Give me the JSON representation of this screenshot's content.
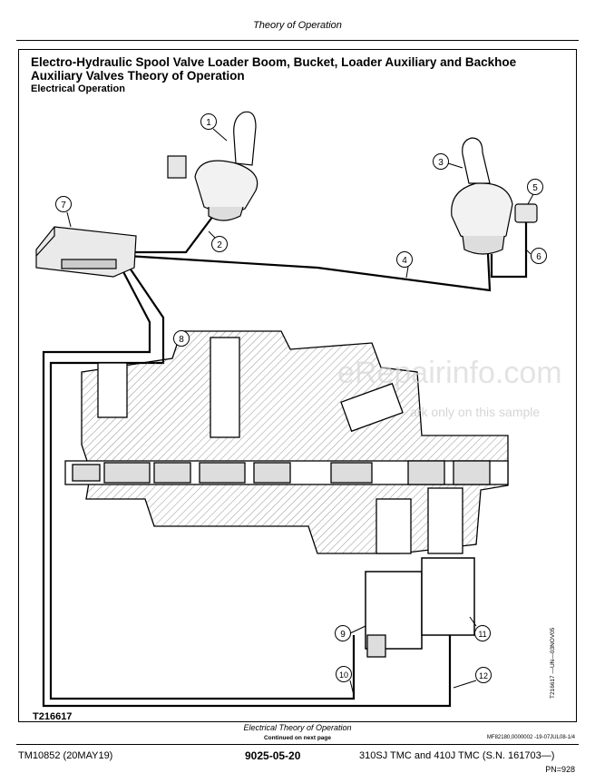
{
  "header": {
    "title": "Theory of Operation"
  },
  "section": {
    "title": "Electro-Hydraulic Spool Valve Loader Boom, Bucket, Loader Auxiliary and Backhoe Auxiliary Valves Theory of Operation",
    "subtitle": "Electrical Operation"
  },
  "diagram": {
    "callouts": [
      "1",
      "2",
      "3",
      "4",
      "5",
      "6",
      "7",
      "8",
      "9",
      "10",
      "11",
      "12"
    ],
    "figure_id": "T216617",
    "side_ref": "T216617 —UN—03NOV05",
    "caption": "Electrical Theory of Operation",
    "continued": "Continued on next page",
    "doc_code": "MF82180,0000002 -19-07JUL08-1/4"
  },
  "watermark": {
    "main": "eRepairinfo.com",
    "sub": "ark only on this sample"
  },
  "footer": {
    "left": "TM10852 (20MAY19)",
    "center": "9025-05-20",
    "right": "310SJ TMC and 410J TMC (S.N. 161703—)",
    "pn": "PN=928"
  }
}
